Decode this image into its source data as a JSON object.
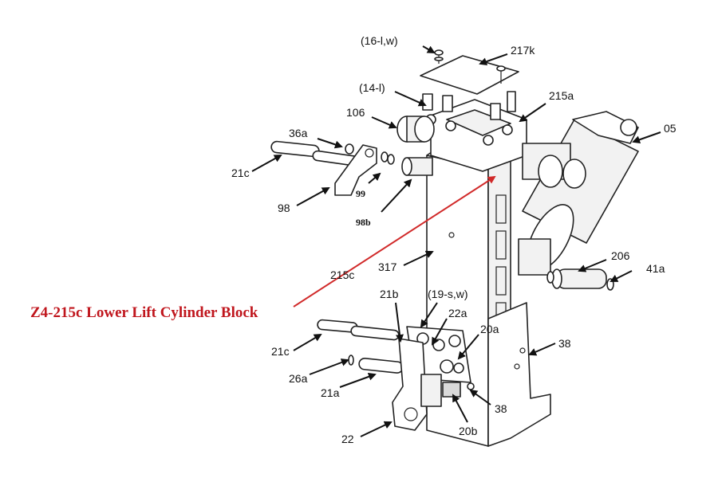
{
  "title": {
    "text": "Z4-215c  Lower Lift Cylinder Block",
    "color": "#c0161d"
  },
  "callouts": {
    "p16lw": "(16-l,w)",
    "p217k": "217k",
    "p14l": "(14-l)",
    "p215a": "215a",
    "p106": "106",
    "p36a": "36a",
    "p05": "05",
    "p21c_top": "21c",
    "p99": "99",
    "p98": "98",
    "p98b": "98b",
    "p317": "317",
    "p215c": "215c",
    "p206": "206",
    "p41a": "41a",
    "p21b": "21b",
    "p19sw": "(19-s,w)",
    "p22a": "22a",
    "p20a": "20a",
    "p21c_bottom": "21c",
    "p38_right": "38",
    "p26a": "26a",
    "p21a": "21a",
    "p38_bottom": "38",
    "p20b": "20b",
    "p22": "22"
  },
  "colors": {
    "leader": "#d12a2a",
    "ink": "#111111"
  }
}
